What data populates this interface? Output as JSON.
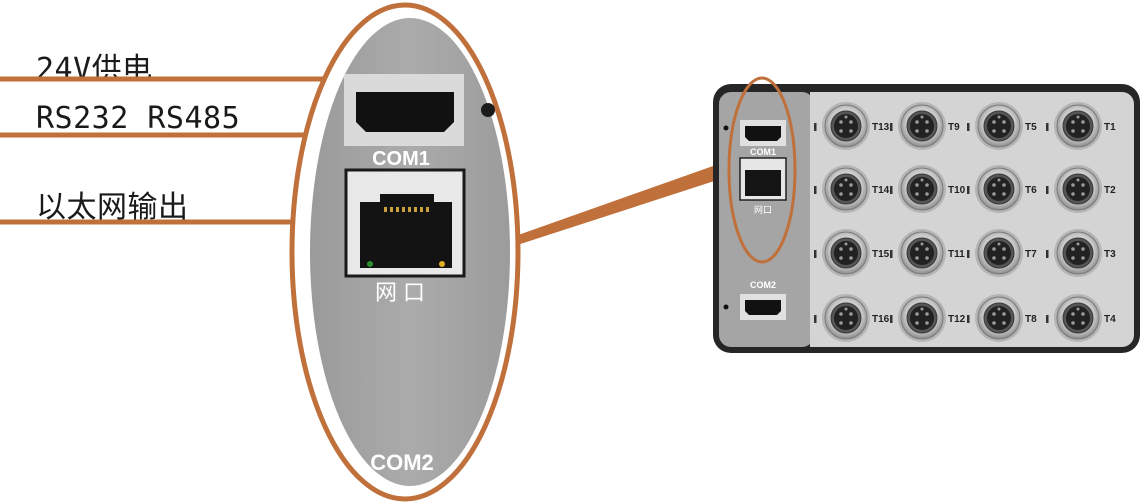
{
  "callouts": [
    {
      "label": "24V供电"
    },
    {
      "label": "RS232 RS485"
    },
    {
      "label": "以太网输出"
    }
  ],
  "zoom_panel": {
    "com1_label": "COM1",
    "eth_label": "网口",
    "com2_label": "COM2"
  },
  "device": {
    "com1_label": "COM1",
    "eth_label": "网口",
    "com2_label": "COM2",
    "sensor_ports": [
      [
        "T13",
        "T9",
        "T5",
        "T1"
      ],
      [
        "T14",
        "T10",
        "T6",
        "T2"
      ],
      [
        "T15",
        "T11",
        "T7",
        "T3"
      ],
      [
        "T16",
        "T12",
        "T8",
        "T4"
      ]
    ]
  },
  "colors": {
    "accent_orange": "#c0703a",
    "panel_gray": "#a3a3a3",
    "device_dark": "#2a2a2a",
    "port_silver": "#dcdcdc"
  }
}
